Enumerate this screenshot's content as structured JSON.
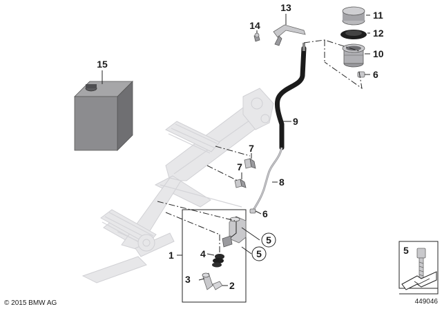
{
  "callouts": {
    "c1": "1",
    "c2": "2",
    "c3": "3",
    "c4": "4",
    "c5a": "5",
    "c5b": "5",
    "c6a": "6",
    "c6b": "6",
    "c7a": "7",
    "c7b": "7",
    "c8": "8",
    "c9": "9",
    "c10": "10",
    "c11": "11",
    "c12": "12",
    "c13": "13",
    "c14": "14",
    "c15": "15"
  },
  "legend": {
    "item_number": "5"
  },
  "footer": {
    "copyright": "© 2015 BMW AG",
    "diagram_number": "449046"
  },
  "colors": {
    "line": "#222222",
    "ghost_part": "#e7e7e9",
    "hose": "#1b1b1b",
    "canister": "#8c8c8c"
  }
}
